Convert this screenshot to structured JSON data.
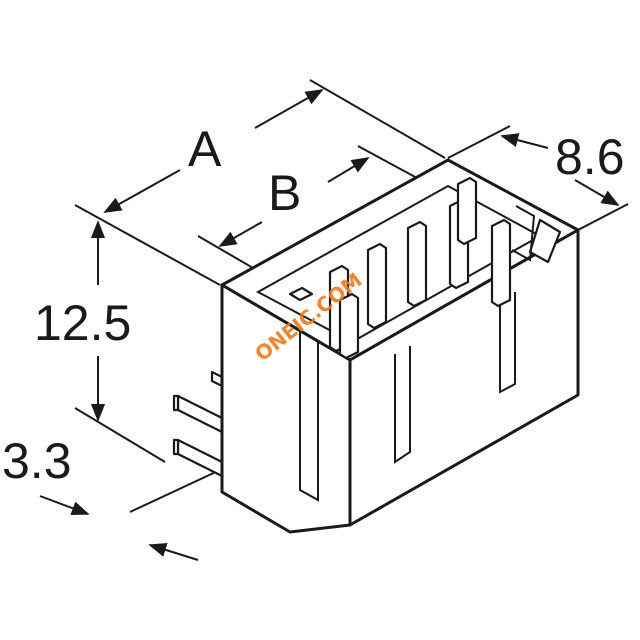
{
  "dimensions": {
    "a": "A",
    "b": "B",
    "width": "8.6",
    "height": "12.5",
    "pitch": "3.3"
  },
  "watermark": "ONEIC.COM",
  "colors": {
    "ink": "#1a1a1a",
    "watermark": "#ee7a1a",
    "background": "#ffffff"
  }
}
